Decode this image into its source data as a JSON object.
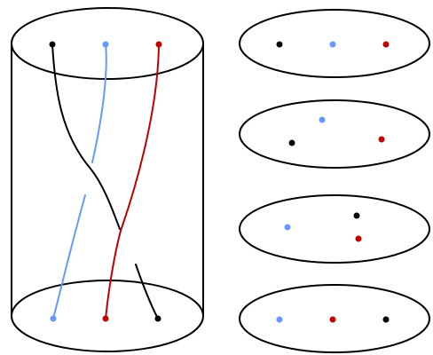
{
  "colors": {
    "black": "#000000",
    "blue": "#6699ff",
    "red": "#c00000",
    "outline": "#000000",
    "background": "#ffffff"
  },
  "diagram": {
    "cylinder": {
      "strands": [
        "black",
        "blue",
        "red"
      ]
    },
    "slices": [
      {
        "order": [
          "black",
          "blue",
          "red"
        ]
      },
      {
        "order": [
          "black",
          "blue",
          "red"
        ]
      },
      {
        "order": [
          "blue",
          "black",
          "red"
        ]
      },
      {
        "order": [
          "blue",
          "red",
          "black"
        ]
      }
    ]
  }
}
